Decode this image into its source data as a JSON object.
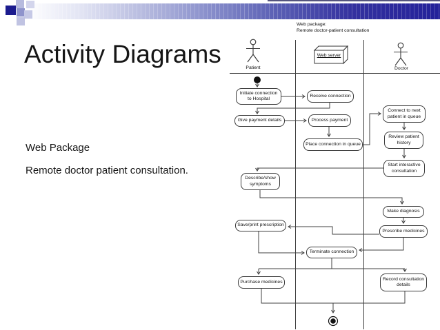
{
  "slide": {
    "title": "Activity Diagrams",
    "body_lines": [
      "Web Package",
      "Remote doctor patient consultation."
    ]
  },
  "diagram": {
    "caption_line1": "Web package:",
    "caption_line2": "Remote doctor-patient consultation",
    "lanes": [
      {
        "label": "Patient"
      },
      {
        "label": "Web server"
      },
      {
        "label": "Doctor"
      }
    ],
    "nodes": [
      {
        "id": "initiate-connection",
        "label": "Initiate connection to Hospital"
      },
      {
        "id": "receive-connection",
        "label": "Receive connection"
      },
      {
        "id": "give-payment-details",
        "label": "Give payment details"
      },
      {
        "id": "process-payment",
        "label": "Process payment"
      },
      {
        "id": "place-connection-in-queue",
        "label": "Place connection in queue"
      },
      {
        "id": "connect-to-next-patient",
        "label": "Connect to next patient in queue"
      },
      {
        "id": "review-patient-history",
        "label": "Review patient history"
      },
      {
        "id": "start-interactive-consultation",
        "label": "Start interactive consultation"
      },
      {
        "id": "describe-show-symptoms",
        "label": "Describe/show symptoms"
      },
      {
        "id": "make-diagnosis",
        "label": "Make diagnosis"
      },
      {
        "id": "save-print-prescription",
        "label": "Save/print prescription"
      },
      {
        "id": "prescribe-medicines",
        "label": "Prescribe medicines"
      },
      {
        "id": "terminate-connection",
        "label": "Terminate connection"
      },
      {
        "id": "purchase-medicines",
        "label": "Purchase medicines"
      },
      {
        "id": "record-consultation-details",
        "label": "Record consultation details"
      }
    ]
  },
  "theme": {
    "banner_navy": "#23219a",
    "banner_mid": "#8a90cc",
    "square_dark_navy": "#1b1b8e",
    "square_light": "#c6c9e6",
    "line_color": "#404040",
    "text_color": "#111111"
  }
}
